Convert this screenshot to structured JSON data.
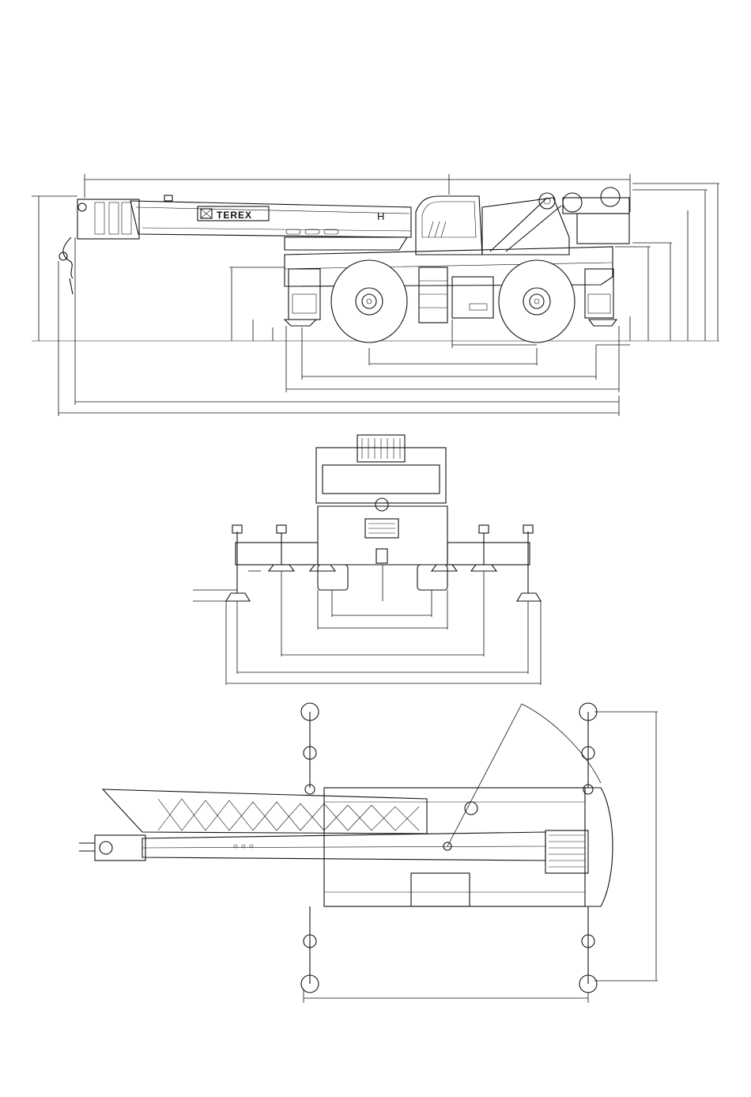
{
  "drawing": {
    "type": "crane dimension drawing",
    "views": [
      "side-elevation",
      "rear-elevation",
      "top-plan"
    ]
  },
  "labels": {
    "brand": "TEREX",
    "section_mark": "H"
  },
  "colors": {
    "line": "#111111",
    "background": "#ffffff"
  }
}
